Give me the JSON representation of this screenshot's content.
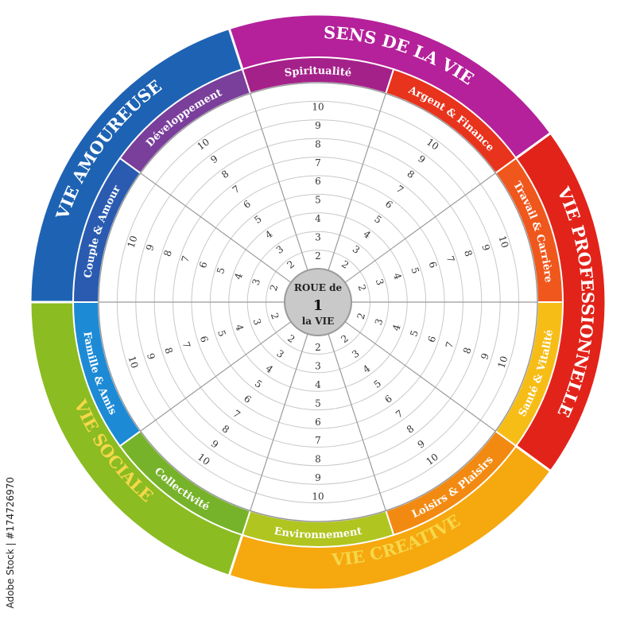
{
  "center": {
    "line1": "ROUE de",
    "number": "1",
    "line2": "la VIE"
  },
  "watermark": "Adobe Stock | #174726970",
  "scale": [
    "2",
    "3",
    "4",
    "5",
    "6",
    "7",
    "8",
    "9",
    "10"
  ],
  "domains": [
    {
      "id": "sens",
      "label": "SENS DE LA VIE",
      "color": "#b5219a"
    },
    {
      "id": "pro",
      "label": "VIE PROFESSIONNELLE",
      "color": "#e2231a"
    },
    {
      "id": "creative",
      "label": "VIE CREATIVE",
      "color": "#f6a80f"
    },
    {
      "id": "sociale",
      "label": "VIE SOCIALE",
      "color": "#8bbc22"
    },
    {
      "id": "amoureuse",
      "label": "VIE AMOUREUSE",
      "color": "#1e63b3"
    }
  ],
  "sectors": [
    {
      "label": "Spiritualité",
      "color": "#a5218a"
    },
    {
      "label": "Argent & Finance",
      "color": "#e8331d"
    },
    {
      "label": "Travail & Carrière",
      "color": "#f0571c"
    },
    {
      "label": "Santé & Vitalité",
      "color": "#f7bd17"
    },
    {
      "label": "Loisirs & Plaisirs",
      "color": "#f28a12"
    },
    {
      "label": "Environnement",
      "color": "#b0c51f"
    },
    {
      "label": "Collectivité",
      "color": "#77b32a"
    },
    {
      "label": "Famille & Amis",
      "color": "#1d8ad6"
    },
    {
      "label": "Couple & Amour",
      "color": "#2a5bb0"
    },
    {
      "label": "Développement",
      "color": "#7a3e9b"
    }
  ]
}
